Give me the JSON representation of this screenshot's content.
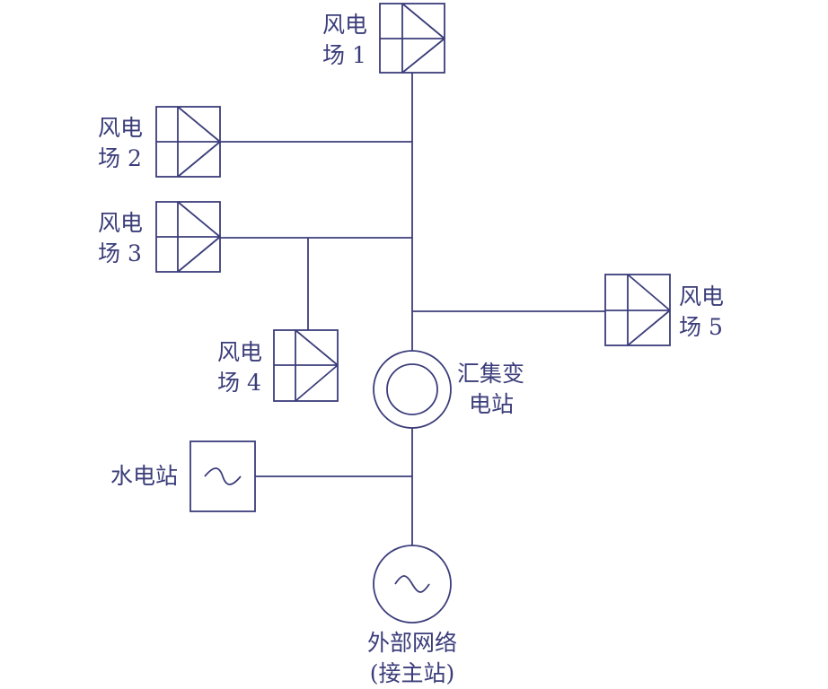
{
  "wind_farms": [
    {
      "line1": "风电",
      "line2": "场 1"
    },
    {
      "line1": "风电",
      "line2": "场 2"
    },
    {
      "line1": "风电",
      "line2": "场 3"
    },
    {
      "line1": "风电",
      "line2": "场 4"
    },
    {
      "line1": "风电",
      "line2": "场 5"
    }
  ],
  "substation": {
    "line1": "汇集变",
    "line2": "电站"
  },
  "hydro": {
    "label": "水电站"
  },
  "grid": {
    "line1": "外部网络",
    "line2": "(接主站)"
  },
  "colors": {
    "line": "#3b3d7a",
    "background": "#ffffff"
  }
}
